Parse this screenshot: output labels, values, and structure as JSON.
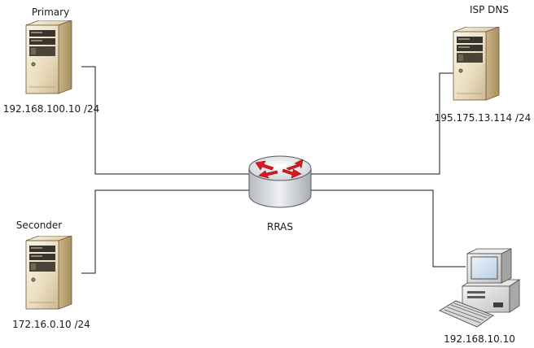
{
  "nodes": {
    "primary": {
      "name": "Primary",
      "address": "192.168.100.10 /24"
    },
    "seconder": {
      "name": "Seconder",
      "address": "172.16.0.10 /24"
    },
    "isp_dns": {
      "name": "ISP DNS",
      "address": "195.175.13.114 /24"
    },
    "rras": {
      "name": "RRAS"
    },
    "client": {
      "address": "192.168.10.10"
    }
  },
  "icons": {
    "server": "server-tower-icon",
    "router": "router-icon",
    "client": "desktop-computer-icon"
  },
  "colors": {
    "line": "#1a1a1a",
    "server_body": "#e8dcc0",
    "router_body": "#d9dce0",
    "router_arrows": "#e0161c"
  }
}
